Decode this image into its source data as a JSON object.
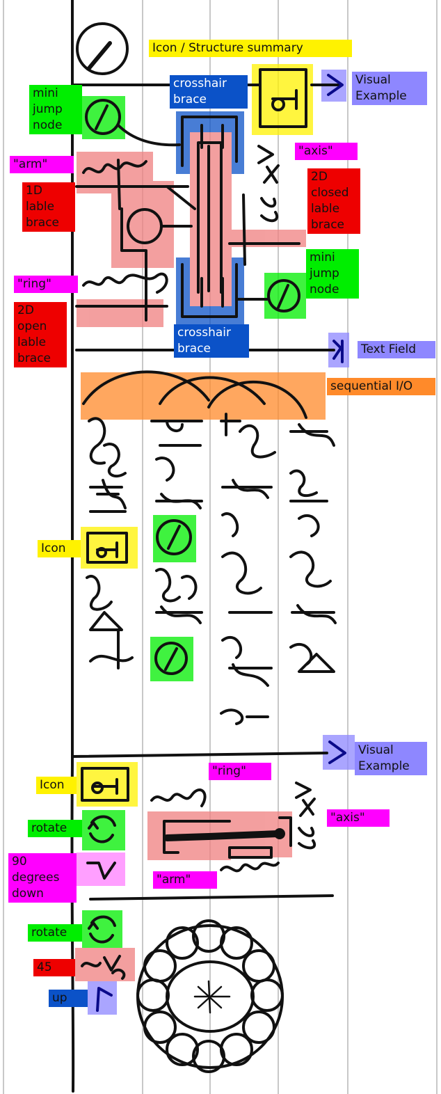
{
  "labels": {
    "summary_title": "Icon / Structure summary",
    "visual_example_1": "Visual\nExample",
    "crosshair_brace_top": "crosshair\nbrace",
    "mini_jump_node_top": "mini\njump\nnode",
    "axis_top": "\"axis\"",
    "arm_top": "\"arm\"",
    "lable_brace_1d": "1D\nlable\nbrace",
    "closed_lable_brace_2d": "2D\nclosed\nlable\nbrace",
    "mini_jump_node_right": "mini\njump\nnode",
    "ring_top": "\"ring\"",
    "open_lable_brace_2d": "2D\nopen\nlable\nbrace",
    "crosshair_brace_bottom": "crosshair\nbrace",
    "text_field": "Text Field",
    "sequential_io": "sequential I/O",
    "icon_middle": "Icon",
    "visual_example_2": "Visual\nExample",
    "icon_lower": "Icon",
    "ring_lower": "\"ring\"",
    "rotate_1": "rotate",
    "axis_lower": "\"axis\"",
    "degrees_down_90": "90\ndegrees\ndown",
    "arm_lower": "\"arm\"",
    "rotate_2": "rotate",
    "angle_45": "45",
    "up": "up"
  },
  "colors": {
    "ink": "#111111",
    "paper_rule": "#c8c8c8",
    "yellow": "#fff200",
    "blue": "#0b52c8",
    "violet": "#8e87ff",
    "green": "#00ee00",
    "red": "#ee0000",
    "pink": "#f08080",
    "magenta": "#ff00ff",
    "orange": "#ff8a2a"
  }
}
